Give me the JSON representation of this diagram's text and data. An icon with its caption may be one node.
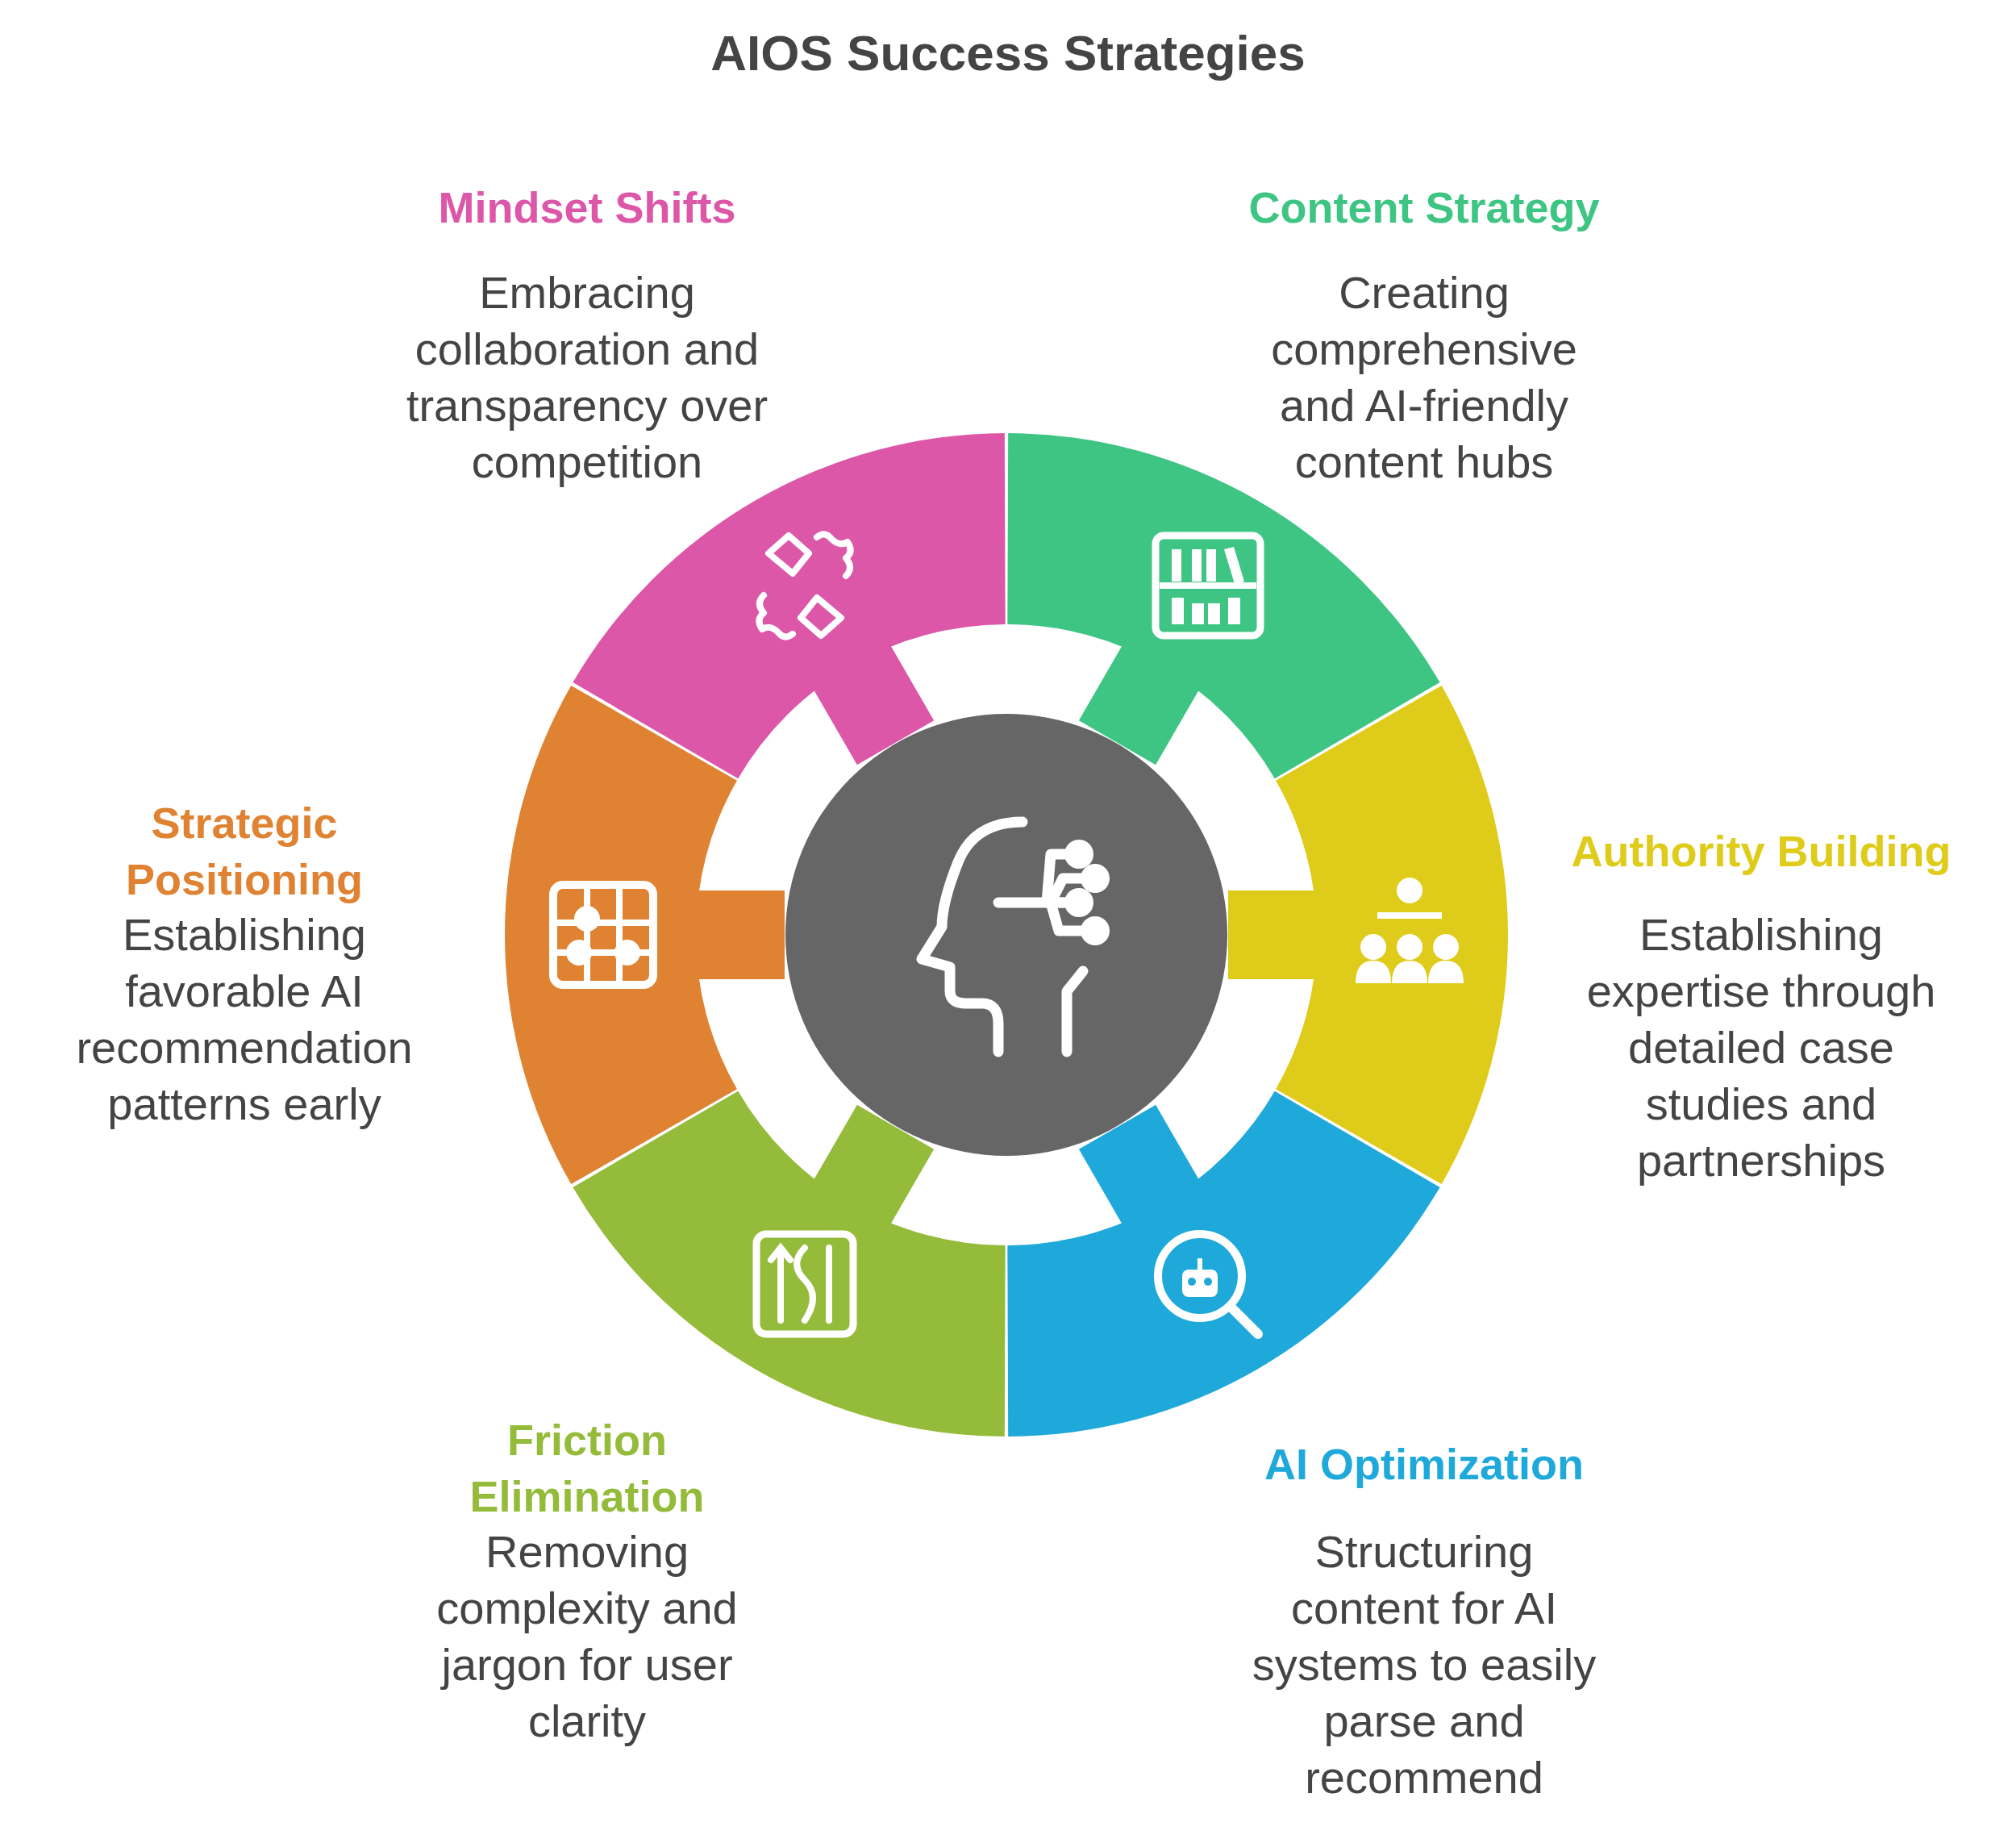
{
  "diagram": {
    "title": "AIOS Success Strategies",
    "nodes": [
      {
        "text": [
          "Mindset Shifts",
          "Embracing collaboration and transparency over competition"
        ]
      },
      {
        "text": [
          "Content Strategy",
          "Creating comprehensive and AI-friendly content hubs"
        ]
      },
      {
        "text": [
          "Strategic Positioning",
          "Establishing favorable AI recommendation patterns early"
        ]
      },
      {
        "text": [
          "Authority Building",
          "Establishing expertise through detailed case studies and partnerships"
        ]
      },
      {
        "text": [
          "Friction Elimination",
          "Removing complexity and jargon for user clarity"
        ]
      },
      {
        "text": [
          "AI Optimization",
          "Structuring content for AI systems to easily parse and recommend"
        ]
      },
      {
        "text": [],
        "shape": "circle"
      }
    ]
  }
}
